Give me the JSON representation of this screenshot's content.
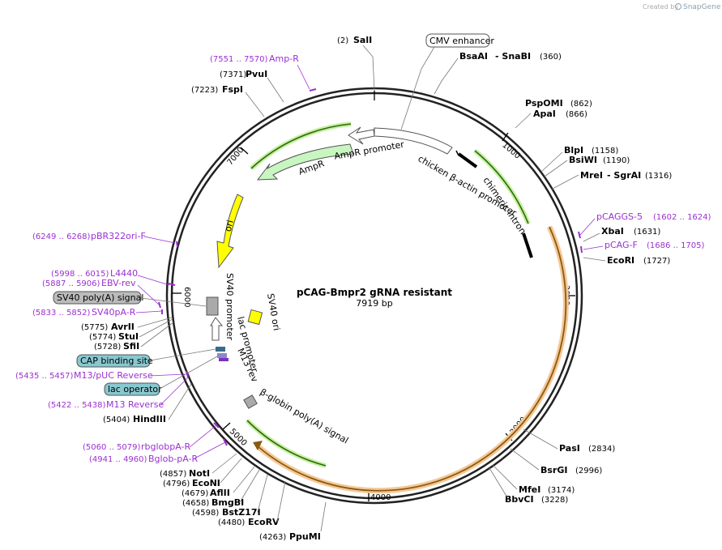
{
  "credit": {
    "created_by": "Created by",
    "brand": "SnapGene"
  },
  "plasmid": {
    "name": "pCAG-Bmpr2 gRNA resistant",
    "length": "7919 bp"
  },
  "ticks": [
    "1000",
    "2000",
    "3000",
    "4000",
    "5000",
    "6000",
    "7000"
  ],
  "sites_top": [
    {
      "pos": "(2)",
      "name": "SalI"
    },
    {
      "pos": "(7371)",
      "name": "PvuI"
    },
    {
      "pos": "(7223)",
      "name": "FspI"
    }
  ],
  "sites_right": [
    {
      "name": "BsaAI",
      "extra": "- SnaBI",
      "pos": "(360)"
    },
    {
      "name": "PspOMI",
      "pos": "(862)"
    },
    {
      "name": "ApaI",
      "pos": "(866)"
    },
    {
      "name": "BlpI",
      "pos": "(1158)"
    },
    {
      "name": "BsiWI",
      "pos": "(1190)"
    },
    {
      "name": "MreI",
      "extra": "- SgrAI",
      "pos": "(1316)"
    },
    {
      "name": "XbaI",
      "pos": "(1631)"
    },
    {
      "name": "EcoRI",
      "pos": "(1727)"
    },
    {
      "name": "PasI",
      "pos": "(2834)"
    },
    {
      "name": "BsrGI",
      "pos": "(2996)"
    },
    {
      "name": "MfeI",
      "pos": "(3174)"
    },
    {
      "name": "BbvCI",
      "pos": "(3228)"
    }
  ],
  "sites_left": [
    {
      "pos": "(5775)",
      "name": "AvrII"
    },
    {
      "pos": "(5774)",
      "name": "StuI"
    },
    {
      "pos": "(5728)",
      "name": "SfiI"
    },
    {
      "pos": "(5404)",
      "name": "HindIII"
    },
    {
      "pos": "(4857)",
      "name": "NotI"
    },
    {
      "pos": "(4796)",
      "name": "EcoNI"
    },
    {
      "pos": "(4679)",
      "name": "AflII"
    },
    {
      "pos": "(4658)",
      "name": "BmgBI"
    },
    {
      "pos": "(4598)",
      "name": "BstZ17I"
    },
    {
      "pos": "(4480)",
      "name": "EcoRV"
    },
    {
      "pos": "(4263)",
      "name": "PpuMI"
    }
  ],
  "primers": [
    {
      "range": "(7551 .. 7570)",
      "name": "Amp-R"
    },
    {
      "name": "pCAGGS-5",
      "range": "(1602 .. 1624)"
    },
    {
      "name": "pCAG-F",
      "range": "(1686 .. 1705)"
    },
    {
      "range": "(6249 .. 6268)",
      "name": "pBR322ori-F"
    },
    {
      "range": "(5998 .. 6015)",
      "name": "L4440"
    },
    {
      "range": "(5887 .. 5906)",
      "name": "EBV-rev"
    },
    {
      "range": "(5833 .. 5852)",
      "name": "SV40pA-R"
    },
    {
      "range": "(5435 .. 5457)",
      "name": "M13/pUC Reverse"
    },
    {
      "range": "(5422 .. 5438)",
      "name": "M13 Reverse"
    },
    {
      "range": "(5060 .. 5079)",
      "name": "rbglobpA-R"
    },
    {
      "range": "(4941 .. 4960)",
      "name": "Bglob-pA-R"
    }
  ],
  "boxed_features": {
    "cmv": "CMV enhancer",
    "sv40pa": "SV40 poly(A) signal",
    "cap": "CAP binding site",
    "lac_op": "lac operator"
  },
  "features": {
    "ampr_promoter": "AmpR promoter",
    "ampr": "AmpR",
    "ori": "ori",
    "chicken_actin": "chicken β-actin promoter",
    "chimeric_intron": "chimeric intron",
    "sv40_promoter": "SV40 promoter",
    "sv40_ori": "SV40 ori",
    "lac_promoter": "lac promoter",
    "m13_rev": "M13 rev",
    "bglobin": "β-globin poly(A) signal"
  },
  "colors": {
    "primer": "#9b30d0",
    "ampr_fill": "#c8f5c0",
    "ori_fill": "#ffff00",
    "bmpr2_band": "#f5c896",
    "green_band": "#c8f0a0"
  }
}
